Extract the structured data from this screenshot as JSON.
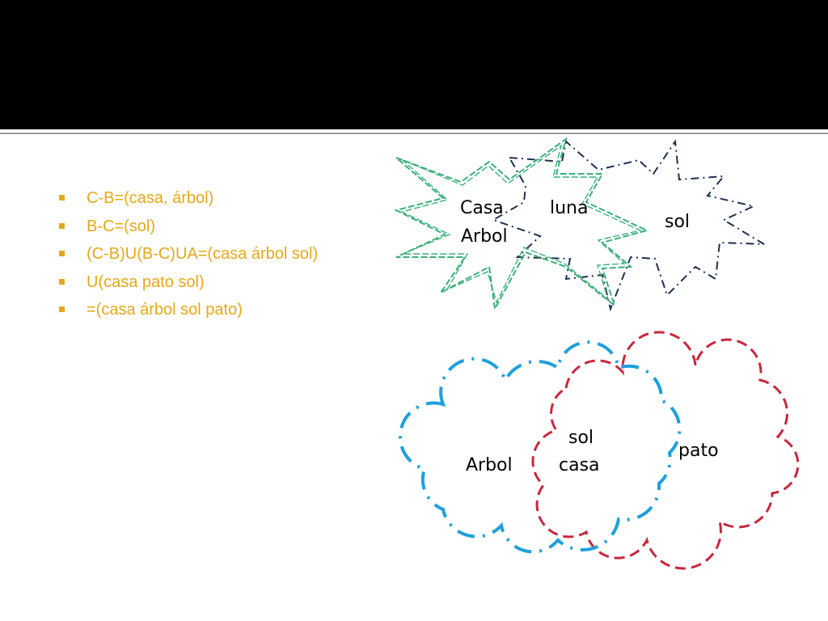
{
  "colors": {
    "title_band": "#000000",
    "bullet_text": "#e6a817",
    "bullet_marker": "#e6a817",
    "star_green": "#3ab07a",
    "star_navy": "#1f3050",
    "cloud_cyan": "#1ea0dc",
    "cloud_red": "#c8283c"
  },
  "bullets": [
    "C-B=(casa, árbol)",
    "B-C=(sol)",
    "(C-B)U(B-C)UA=(casa árbol sol)",
    "U(casa pato sol)",
    "=(casa árbol sol pato)"
  ],
  "top_diagram": {
    "label_casa": "Casa",
    "label_arbol": "Arbol",
    "label_luna": "luna",
    "label_sol": "sol"
  },
  "bottom_diagram": {
    "label_arbol": "Arbol",
    "label_sol": "sol",
    "label_casa": "casa",
    "label_pato": "pato"
  }
}
